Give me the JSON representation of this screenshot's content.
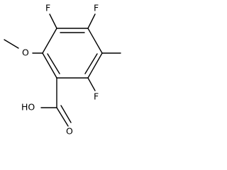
{
  "molecule": {
    "atoms": {
      "f_top_left": "F",
      "f_top_right": "F",
      "f_bottom_right": "F",
      "o_methoxy": "O",
      "oh_acid": "HO",
      "o_carbonyl": "O"
    }
  }
}
